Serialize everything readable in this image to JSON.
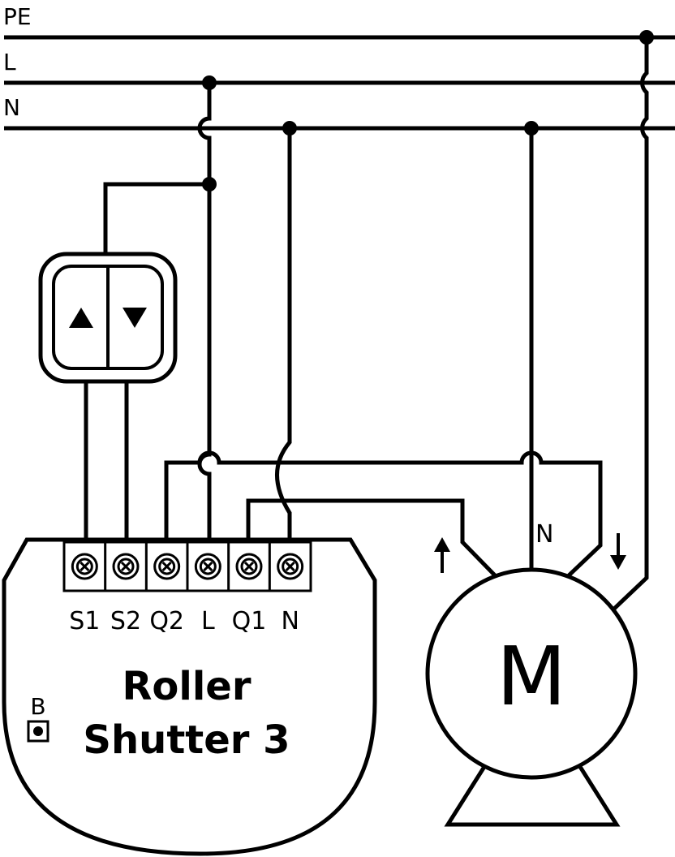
{
  "bus_labels": {
    "pe": "PE",
    "l": "L",
    "n": "N"
  },
  "module": {
    "title_line1": "Roller",
    "title_line2": "Shutter 3",
    "button_label": "B",
    "terminals": [
      "S1",
      "S2",
      "Q2",
      "L",
      "Q1",
      "N"
    ]
  },
  "motor": {
    "symbol": "M",
    "neutral_label": "N"
  },
  "colors": {
    "line": "#000000",
    "background": "#ffffff"
  }
}
